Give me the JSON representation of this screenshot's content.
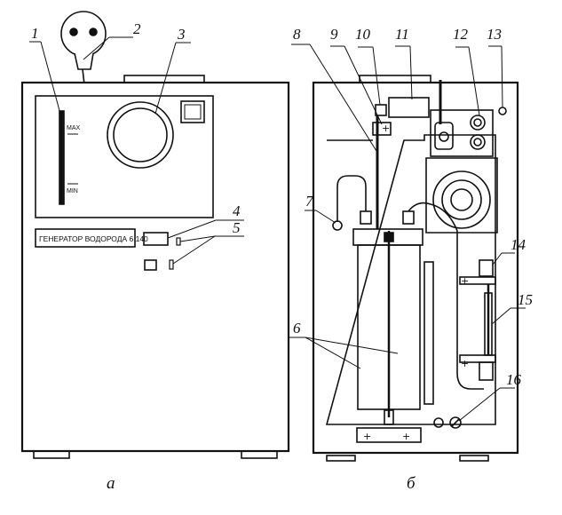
{
  "view_a": {
    "caption": "а",
    "nameplate": "ГЕНЕРАТОР ВОДОРОДА 6 140",
    "gauge_max": "MAX",
    "gauge_min": "MIN",
    "callouts": [
      "1",
      "2",
      "3",
      "4",
      "5"
    ]
  },
  "view_b": {
    "caption": "б",
    "plus_sign": "+",
    "callouts": [
      "6",
      "7",
      "8",
      "9",
      "10",
      "11",
      "12",
      "13",
      "14",
      "15",
      "16"
    ]
  }
}
